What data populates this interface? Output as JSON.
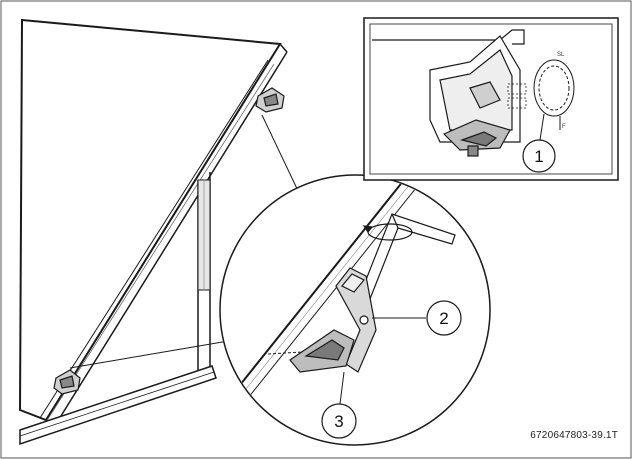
{
  "figure": {
    "callouts": [
      {
        "id": "1",
        "label": "1"
      },
      {
        "id": "2",
        "label": "2"
      },
      {
        "id": "3",
        "label": "3"
      }
    ],
    "inset_marks": {
      "top": "SL",
      "bottom": "F"
    },
    "reference_code": "6720647803-39.1T"
  },
  "colors": {
    "line": "#1a1a1a",
    "frame": "#333333",
    "shade": "#bdbdbd",
    "background": "#ffffff"
  }
}
